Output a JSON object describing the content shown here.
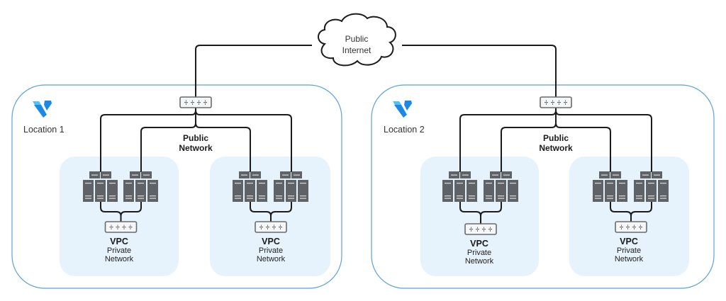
{
  "internet": {
    "line1": "Public",
    "line2": "Internet",
    "icon": "cloud-icon"
  },
  "locations": [
    {
      "name": "Location 1",
      "logo": "vultr-logo-icon",
      "public_network": {
        "line1": "Public",
        "line2": "Network"
      },
      "vpcs": [
        {
          "title": "VPC",
          "line1": "Private",
          "line2": "Network",
          "server_groups": 2
        },
        {
          "title": "VPC",
          "line1": "Private",
          "line2": "Network",
          "server_groups": 2
        }
      ]
    },
    {
      "name": "Location 2",
      "logo": "vultr-logo-icon",
      "public_network": {
        "line1": "Public",
        "line2": "Network"
      },
      "vpcs": [
        {
          "title": "VPC",
          "line1": "Private",
          "line2": "Network",
          "server_groups": 2
        },
        {
          "title": "VPC",
          "line1": "Private",
          "line2": "Network",
          "server_groups": 2
        }
      ]
    }
  ],
  "colors": {
    "location_border": "#5aa2d6",
    "vpc_fill": "#e6f2fc",
    "server": "#5f6368",
    "logo_primary": "#1e88e5",
    "logo_secondary": "#4fc3f7",
    "wire": "#1b1b1b"
  }
}
